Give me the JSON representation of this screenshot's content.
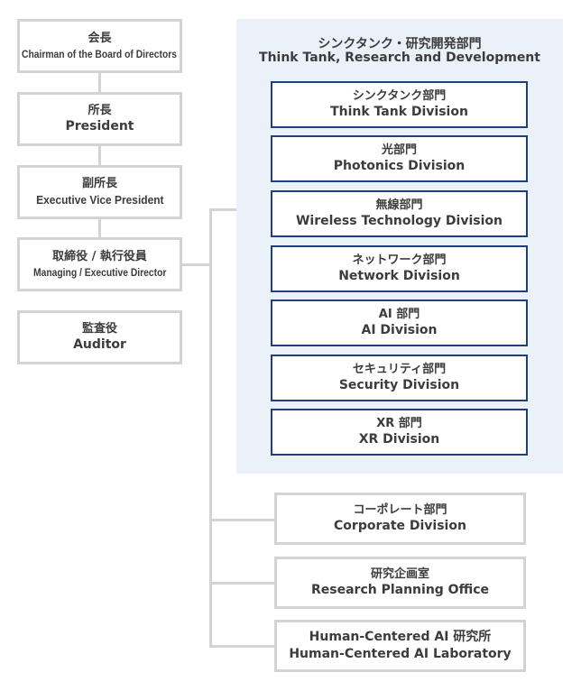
{
  "left_column": [
    {
      "jp": "会長",
      "en": "Chairman of the Board of Directors"
    },
    {
      "jp": "所長",
      "en": "President"
    },
    {
      "jp": "副所長",
      "en": "Executive Vice President"
    },
    {
      "jp": "取締役 / 執行役員",
      "en": "Managing / Executive Director"
    },
    {
      "jp": "監査役",
      "en": "Auditor"
    }
  ],
  "panel": {
    "title_jp": "シンクタンク・研究開発部門",
    "title_en": "Think Tank, Research and Development",
    "divisions": [
      {
        "jp": "シンクタンク部門",
        "en": "Think Tank Division"
      },
      {
        "jp": "光部門",
        "en": "Photonics Division"
      },
      {
        "jp": "無線部門",
        "en": "Wireless Technology Division"
      },
      {
        "jp": "ネットワーク部門",
        "en": "Network Division"
      },
      {
        "jp": "AI 部門",
        "en": "AI Division"
      },
      {
        "jp": "セキュリティ部門",
        "en": "Security Division"
      },
      {
        "jp": "XR 部門",
        "en": "XR Division"
      }
    ]
  },
  "staff": [
    {
      "jp": "コーポレート部門",
      "en": "Corporate Division"
    },
    {
      "jp": "研究企画室",
      "en": "Research Planning Office"
    },
    {
      "jp": "Human-Centered AI 研究所",
      "en": "Human-Centered AI Laboratory"
    }
  ],
  "colors": {
    "box_border": "#d3d3d3",
    "connector": "#d3d3d3",
    "division_border": "#1f3f7e",
    "panel_bg": "#eaf1f9",
    "text": "#3c3c3c"
  }
}
